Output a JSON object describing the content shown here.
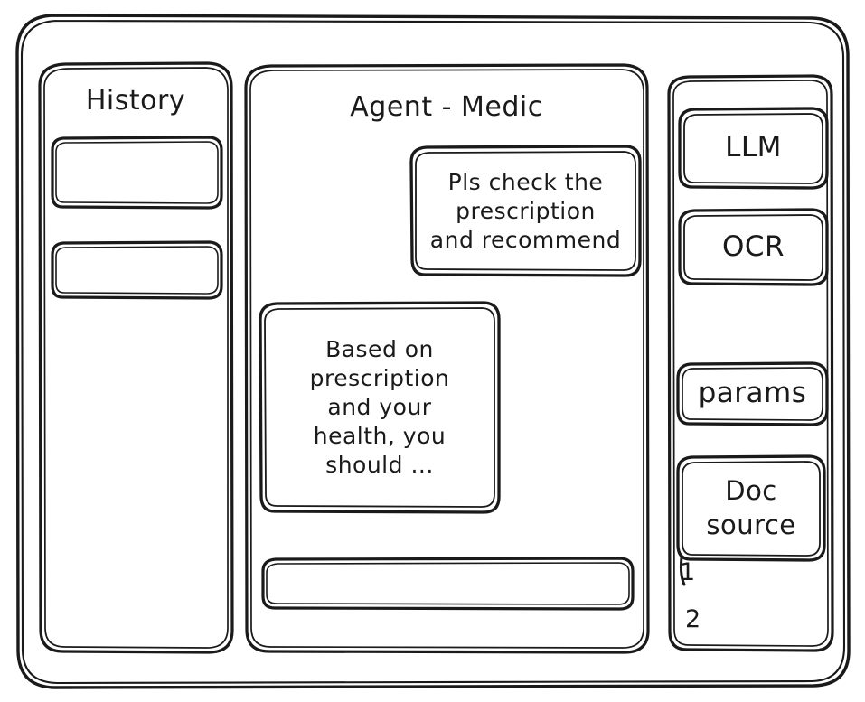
{
  "window": {
    "name": "agent-medic-wireframe"
  },
  "history": {
    "title": "History",
    "items": [
      {
        "label": ""
      },
      {
        "label": ""
      }
    ]
  },
  "conversation": {
    "title": "Agent - Medic",
    "messages": [
      {
        "role": "user",
        "text": "Pls check the\nprescription\nand recommend"
      },
      {
        "role": "assistant",
        "text": "Based on\nprescription\nand your\nhealth, you\nshould ..."
      }
    ],
    "composer": {
      "value": "",
      "placeholder": ""
    }
  },
  "tools": {
    "buttons": [
      {
        "label": "LLM"
      },
      {
        "label": "OCR"
      },
      {
        "label": "params"
      }
    ],
    "doc_source": {
      "title": "Doc\nsource",
      "items": [
        "1",
        "2"
      ]
    }
  },
  "style": {
    "ink": "#1a1a1a",
    "paper": "#ffffff"
  }
}
